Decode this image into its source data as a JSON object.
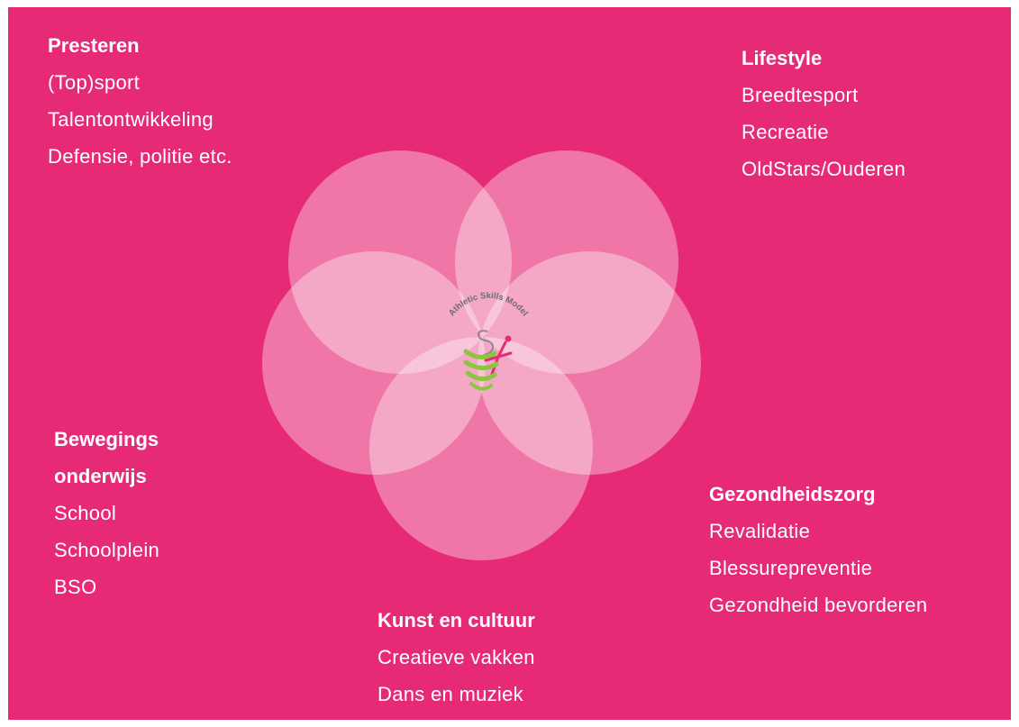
{
  "colors": {
    "background": "#e62a76",
    "circle_fill": "#ffffff",
    "text": "#ffffff",
    "logo_text": "#6b6b6b",
    "logo_green": "#8cc63f",
    "logo_pink": "#e62a76"
  },
  "center_logo": {
    "text": "Athletic Skills Model"
  },
  "sections": {
    "presteren": {
      "title": "Presteren",
      "items": [
        "(Top)sport",
        "Talentontwikkeling",
        "Defensie, politie etc."
      ]
    },
    "lifestyle": {
      "title": "Lifestyle",
      "items": [
        "Breedtesport",
        "Recreatie",
        "OldStars/Ouderen"
      ]
    },
    "bewegingsonderwijs": {
      "title_lines": [
        "Bewegings",
        "onderwijs"
      ],
      "items": [
        "School",
        "Schoolplein",
        "BSO"
      ]
    },
    "gezondheidszorg": {
      "title": "Gezondheidszorg",
      "items": [
        "Revalidatie",
        "Blessurepreventie",
        "Gezondheid bevorderen"
      ]
    },
    "kunst": {
      "title": "Kunst en cultuur",
      "items": [
        "Creatieve vakken",
        "Dans en muziek"
      ]
    }
  }
}
